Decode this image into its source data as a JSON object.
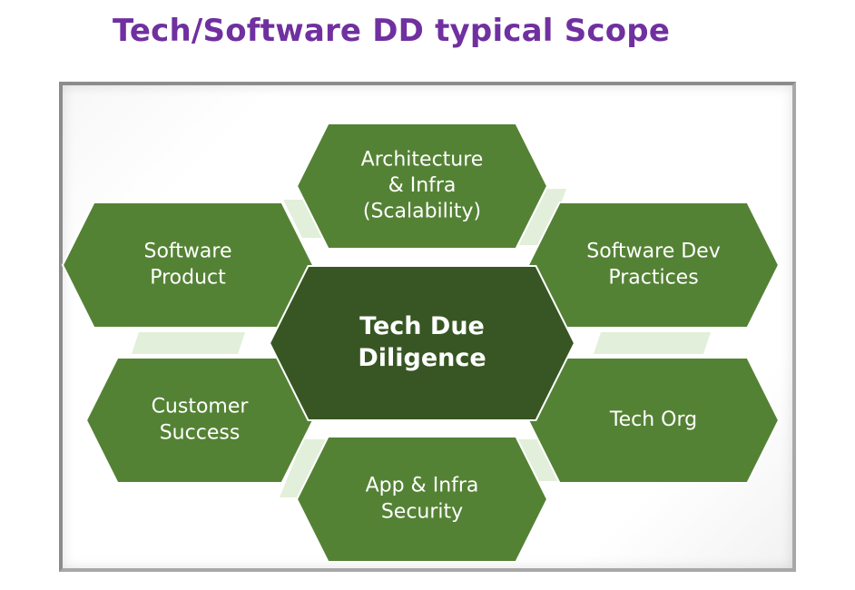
{
  "title": "Tech/Software DD typical Scope",
  "colors": {
    "title": "#7030a0",
    "hex_outer": "#548235",
    "hex_center": "#375623",
    "connector": "#e2efda",
    "text": "#ffffff"
  },
  "center": {
    "lines": [
      "Tech Due",
      "Diligence"
    ]
  },
  "nodes": [
    {
      "id": "architecture",
      "lines": [
        "Architecture",
        "& Infra",
        "(Scalability)"
      ]
    },
    {
      "id": "software-product",
      "lines": [
        "Software",
        "Product"
      ]
    },
    {
      "id": "software-dev",
      "lines": [
        "Software Dev",
        "Practices"
      ]
    },
    {
      "id": "customer-success",
      "lines": [
        "Customer",
        "Success"
      ]
    },
    {
      "id": "tech-org",
      "lines": [
        "Tech Org"
      ]
    },
    {
      "id": "security",
      "lines": [
        "App & Infra",
        "Security"
      ]
    }
  ]
}
